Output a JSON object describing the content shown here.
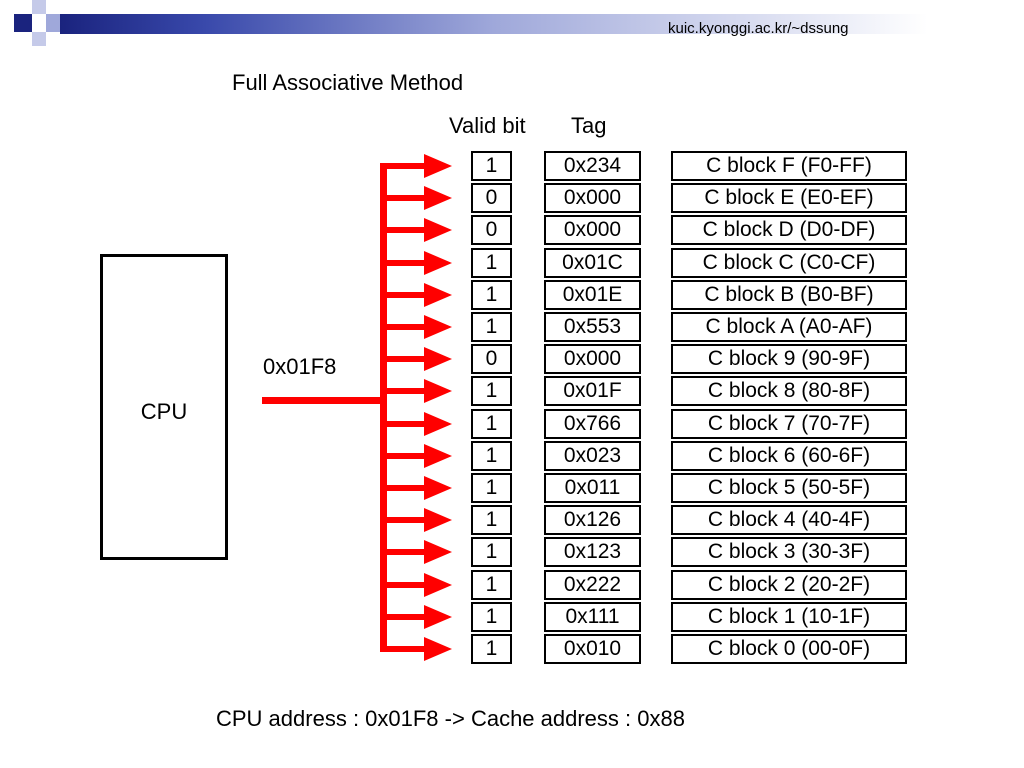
{
  "header": {
    "url": "kuic.kyonggi.ac.kr/~dssung",
    "accent_color": "#1a237e"
  },
  "diagram": {
    "title": "Full Associative Method",
    "col_valid": "Valid bit",
    "col_tag": "Tag",
    "cpu_label": "CPU",
    "address_label": "0x01F8",
    "arrow_color": "#ff0000",
    "rows": [
      {
        "valid": "1",
        "tag": "0x234",
        "block": "C block F (F0-FF)"
      },
      {
        "valid": "0",
        "tag": "0x000",
        "block": "C block E (E0-EF)"
      },
      {
        "valid": "0",
        "tag": "0x000",
        "block": "C block D (D0-DF)"
      },
      {
        "valid": "1",
        "tag": "0x01C",
        "block": "C block C (C0-CF)"
      },
      {
        "valid": "1",
        "tag": "0x01E",
        "block": "C block B (B0-BF)"
      },
      {
        "valid": "1",
        "tag": "0x553",
        "block": "C block A (A0-AF)"
      },
      {
        "valid": "0",
        "tag": "0x000",
        "block": "C block 9 (90-9F)"
      },
      {
        "valid": "1",
        "tag": "0x01F",
        "block": "C block 8 (80-8F)"
      },
      {
        "valid": "1",
        "tag": "0x766",
        "block": "C block 7 (70-7F)"
      },
      {
        "valid": "1",
        "tag": "0x023",
        "block": "C block 6 (60-6F)"
      },
      {
        "valid": "1",
        "tag": "0x011",
        "block": "C block 5 (50-5F)"
      },
      {
        "valid": "1",
        "tag": "0x126",
        "block": "C block 4 (40-4F)"
      },
      {
        "valid": "1",
        "tag": "0x123",
        "block": "C block 3 (30-3F)"
      },
      {
        "valid": "1",
        "tag": "0x222",
        "block": "C block 2 (20-2F)"
      },
      {
        "valid": "1",
        "tag": "0x111",
        "block": "C block 1 (10-1F)"
      },
      {
        "valid": "1",
        "tag": "0x010",
        "block": "C block 0 (00-0F)"
      }
    ],
    "bottom_note": "CPU address : 0x01F8 -> Cache address : 0x88"
  }
}
